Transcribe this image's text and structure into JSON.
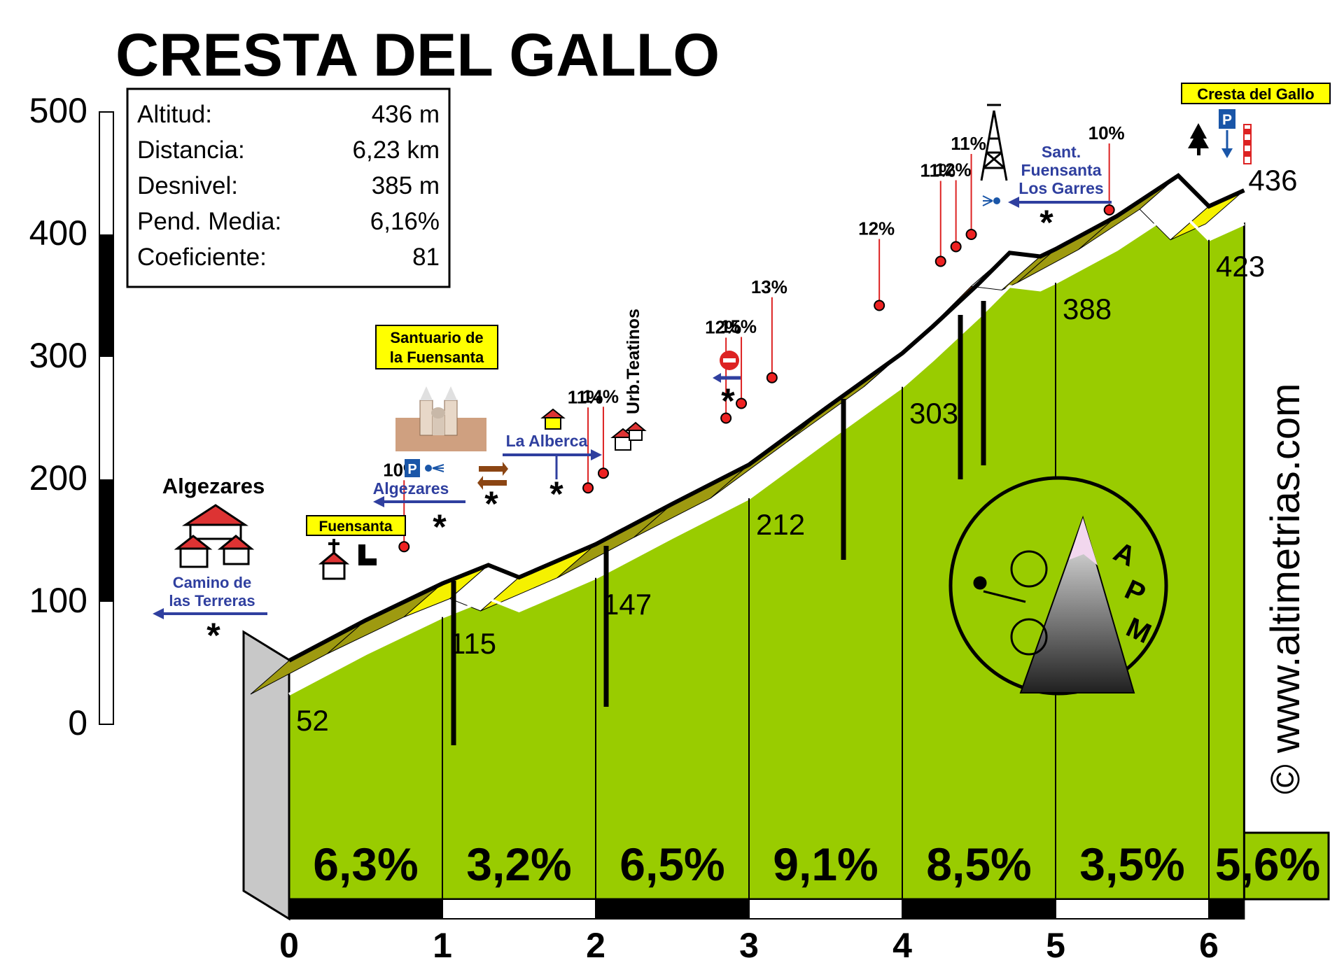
{
  "chart_data": {
    "type": "area",
    "title": "CRESTA DEL GALLO",
    "xlabel": "",
    "ylabel": "",
    "xlim": [
      0,
      6.23
    ],
    "ylim": [
      0,
      500
    ],
    "x_ticks": [
      "0",
      "1",
      "2",
      "3",
      "4",
      "5",
      "6"
    ],
    "y_ticks": [
      "0",
      "100",
      "200",
      "300",
      "400",
      "500"
    ],
    "profile": {
      "x": [
        0,
        0.5,
        1,
        1.3,
        1.5,
        2,
        2.5,
        3,
        3.5,
        4,
        4.2,
        4.5,
        4.7,
        4.9,
        5,
        5.4,
        5.8,
        6,
        6.23
      ],
      "y": [
        52,
        85,
        115,
        130,
        120,
        147,
        180,
        212,
        258,
        303,
        325,
        360,
        385,
        382,
        388,
        415,
        448,
        423,
        436
      ]
    },
    "km_gradients": [
      "6,3%",
      "3,2%",
      "6,5%",
      "9,1%",
      "8,5%",
      "3,5%",
      "5,6%"
    ],
    "elevation_labels": [
      {
        "km": 0,
        "text": "52"
      },
      {
        "km": 1,
        "text": "115"
      },
      {
        "km": 2,
        "text": "147"
      },
      {
        "km": 3,
        "text": "212"
      },
      {
        "km": 4,
        "text": "303"
      },
      {
        "km": 5,
        "text": "388"
      },
      {
        "km": 6,
        "text": "423"
      },
      {
        "km": 6.23,
        "text": "436"
      }
    ],
    "steep_points": [
      {
        "km": 0.75,
        "elev": 145,
        "label": "10%"
      },
      {
        "km": 1.95,
        "elev": 193,
        "label": "11%"
      },
      {
        "km": 2.05,
        "elev": 205,
        "label": "14%"
      },
      {
        "km": 2.85,
        "elev": 250,
        "label": "12%"
      },
      {
        "km": 2.95,
        "elev": 262,
        "label": "15%"
      },
      {
        "km": 3.15,
        "elev": 283,
        "label": "13%"
      },
      {
        "km": 3.85,
        "elev": 342,
        "label": "12%"
      },
      {
        "km": 4.25,
        "elev": 378,
        "label": "11%"
      },
      {
        "km": 4.35,
        "elev": 390,
        "label": "12%"
      },
      {
        "km": 4.45,
        "elev": 400,
        "label": "11%"
      },
      {
        "km": 5.35,
        "elev": 420,
        "label": "10%"
      }
    ]
  },
  "stats": [
    {
      "label": "Altitud:",
      "value": "436 m"
    },
    {
      "label": "Distancia:",
      "value": "6,23 km"
    },
    {
      "label": "Desnivel:",
      "value": "385 m"
    },
    {
      "label": "Pend. Media:",
      "value": "6,16%"
    },
    {
      "label": "Coeficiente:",
      "value": "81"
    }
  ],
  "places": {
    "algezares_title": "Algezares",
    "camino": [
      "Camino de",
      "las Terreras"
    ],
    "fuensanta": "Fuensanta",
    "santuario": [
      "Santuario de",
      "la Fuensanta"
    ],
    "algezares_arrow": "Algezares",
    "la_alberca": "La Alberca",
    "urb_teatinos": "Urb.Teatinos",
    "sant_fuensanta": [
      "Sant.",
      "Fuensanta",
      "Los Garres"
    ],
    "cresta_sign": "Cresta del Gallo",
    "parking_letter": "P"
  },
  "watermark": "© www.altimetrias.com",
  "logo_text": "APM",
  "colors": {
    "fill": "#99cc00",
    "easy": "#f5f100",
    "moderate": "#9e9a10",
    "steep": "#8b4513",
    "road_arrow": "#2f3f9f"
  }
}
